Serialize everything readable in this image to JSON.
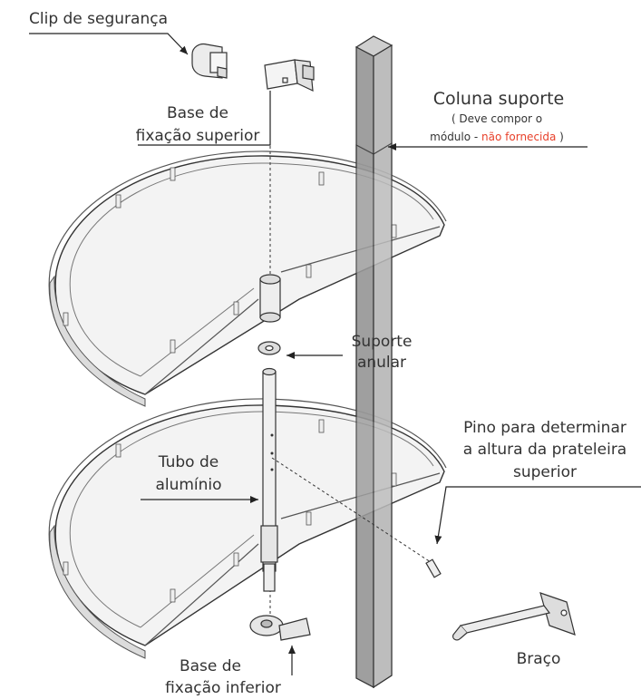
{
  "labels": {
    "clip": "Clip de segurança",
    "base_sup_1": "Base de",
    "base_sup_2": "fixação superior",
    "coluna_title": "Coluna suporte",
    "coluna_note_1": "( Deve compor o",
    "coluna_note_2_a": "módulo - ",
    "coluna_note_2_b": "não fornecida",
    "coluna_note_2_c": " )",
    "suporte_1": "Suporte",
    "suporte_2": "anular",
    "pino_1": "Pino para determinar",
    "pino_2": "a altura da prateleira",
    "pino_3": "superior",
    "tubo_1": "Tubo de",
    "tubo_2": "alumínio",
    "base_inf_1": "Base de",
    "base_inf_2": "fixação inferior",
    "braco": "Braço"
  },
  "colors": {
    "text": "#333333",
    "highlight": "#e8402a",
    "column_fill": "#b9b9b9",
    "column_dark": "#9a9a9a",
    "tray_fill": "#f4f4f4",
    "line": "#222222"
  }
}
